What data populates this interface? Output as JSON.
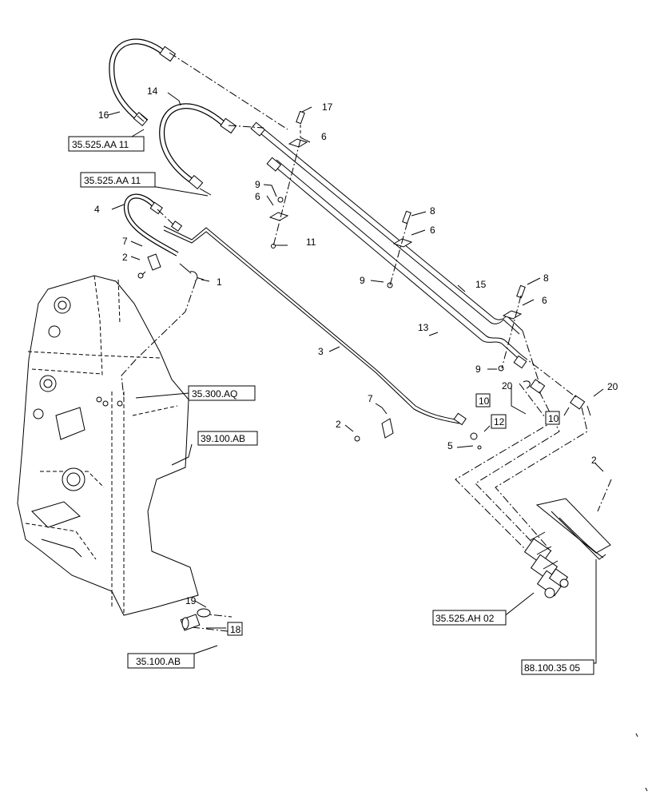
{
  "callouts": {
    "c1": "1",
    "c2a": "2",
    "c2b": "2",
    "c2c": "2",
    "c3": "3",
    "c4": "4",
    "c5": "5",
    "c6a": "6",
    "c6b": "6",
    "c6c": "6",
    "c6d": "6",
    "c7a": "7",
    "c7b": "7",
    "c8a": "8",
    "c8b": "8",
    "c9a": "9",
    "c9b": "9",
    "c9c": "9",
    "c10a": "10",
    "c10b": "10",
    "c11": "11",
    "c12": "12",
    "c13": "13",
    "c14": "14",
    "c15": "15",
    "c16": "16",
    "c17": "17",
    "c18": "18",
    "c19": "19",
    "c20a": "20",
    "c20b": "20"
  },
  "references": {
    "r1": "35.525.AA 11",
    "r2": "35.525.AA 11",
    "r3": "35.300.AQ",
    "r4": "39.100.AB",
    "r5": "35.525.AH 02",
    "r6": "35.100.AB",
    "r7": "88.100.35 05"
  },
  "colors": {
    "line": "#000000",
    "background": "#ffffff"
  }
}
